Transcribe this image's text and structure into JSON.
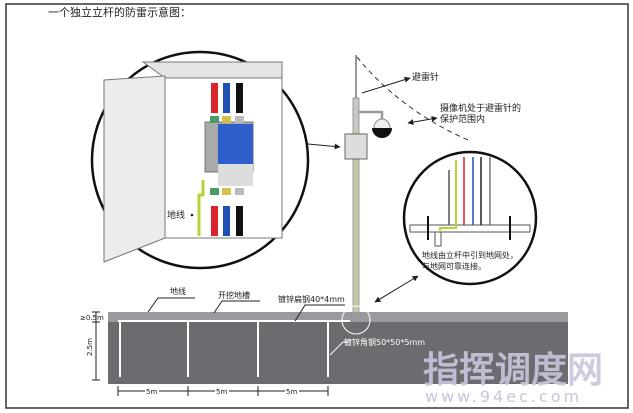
{
  "title": "一个独立立杆的防雷示意图：",
  "labels": {
    "lightning_rod": "避雷针",
    "protection_line1": "摄像机处于避雷针的",
    "protection_line2": "保护范围内",
    "ground_wire": "地线",
    "detail_line1": "地线由立杆中引到地网处，",
    "detail_line2": "与地网可靠连接。",
    "ground_wire_bottom": "地线",
    "trench": "开挖地槽",
    "flat_steel": "镀锌扁钢40*4mm",
    "angle_steel": "镀锌角钢50*50*5mm",
    "depth_top": "≥0.5m",
    "depth_rod": "2.5m",
    "spacing": [
      "5m",
      "5m",
      "5m"
    ]
  },
  "watermark": {
    "text": "指挥调度网",
    "url": "www.94ec.com"
  },
  "colors": {
    "ground_dark": "#6b6b70",
    "ground_light": "#9a9a9e",
    "wire_red": "#d8232a",
    "wire_blue": "#1f4fb5",
    "wire_green": "#b5d334",
    "watermark": "#c9c6dc"
  }
}
